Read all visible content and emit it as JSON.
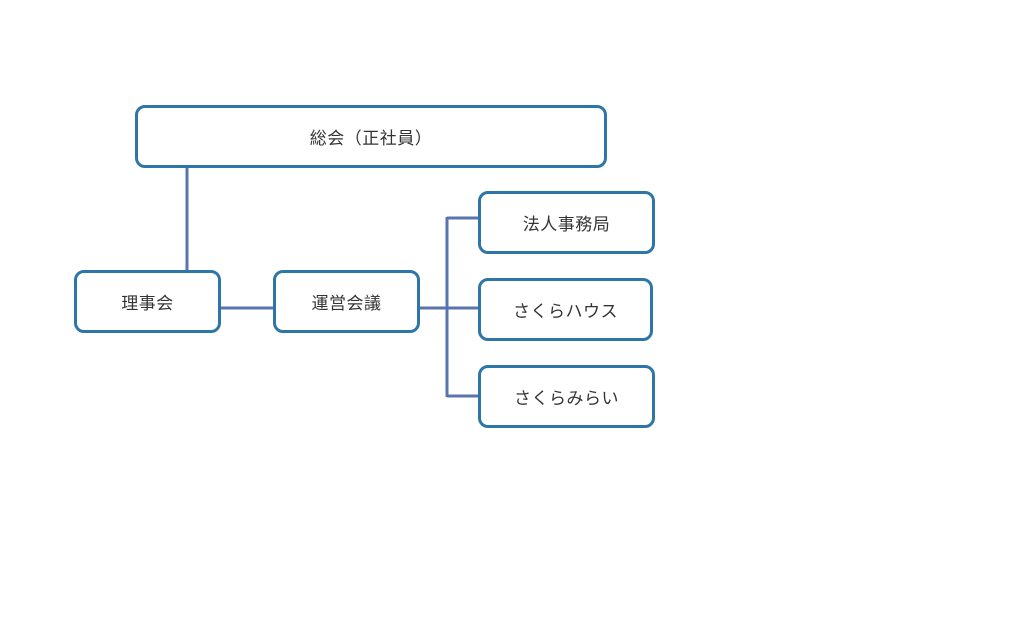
{
  "nodes": {
    "general_assembly": "総会（正社員）",
    "board": "理事会",
    "operations_council": "運営会議",
    "corporate_office": "法人事務局",
    "sakura_house": "さくらハウス",
    "sakura_mirai": "さくらみらい"
  },
  "colors": {
    "box_border": "#2f76a8",
    "connector": "#5a74b0",
    "text": "#333333"
  }
}
